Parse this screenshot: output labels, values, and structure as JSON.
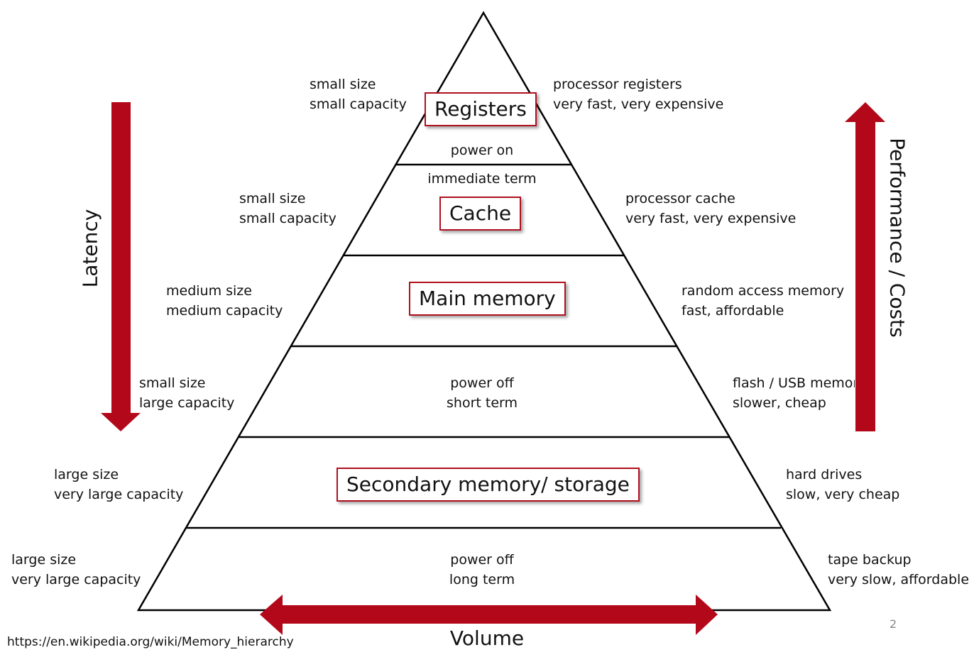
{
  "levels": {
    "registers": {
      "title": "Registers",
      "left": [
        "small size",
        "small capacity"
      ],
      "right": [
        "processor registers",
        "very fast, very expensive"
      ],
      "note": [
        "power on"
      ]
    },
    "cache": {
      "title": "Cache",
      "top_note": "immediate term",
      "left": [
        "small size",
        "small capacity"
      ],
      "right": [
        "processor cache",
        "very fast, very expensive"
      ]
    },
    "main": {
      "title": "Main memory",
      "left": [
        "medium size",
        "medium capacity"
      ],
      "right": [
        "random access memory",
        "fast, affordable"
      ]
    },
    "flash": {
      "left": [
        "small size",
        "large capacity"
      ],
      "right": [
        "flash / USB memory",
        "slower, cheap"
      ],
      "note": [
        "power off",
        "short term"
      ]
    },
    "secondary": {
      "title": "Secondary memory/ storage",
      "left": [
        "large size",
        "very large capacity"
      ],
      "right": [
        "hard drives",
        "slow, very cheap"
      ]
    },
    "tape": {
      "left": [
        "large size",
        "very large capacity"
      ],
      "right": [
        "tape backup",
        "very slow, affordable"
      ],
      "note": [
        "power off",
        "long term"
      ]
    }
  },
  "axes": {
    "latency": "Latency",
    "performance": "Performance / Costs",
    "volume": "Volume"
  },
  "source_url": "https://en.wikipedia.org/wiki/Memory_hierarchy",
  "page_number": "2",
  "colors": {
    "arrow": "#b3081a",
    "box_border": "#b01020",
    "line": "#000000"
  }
}
